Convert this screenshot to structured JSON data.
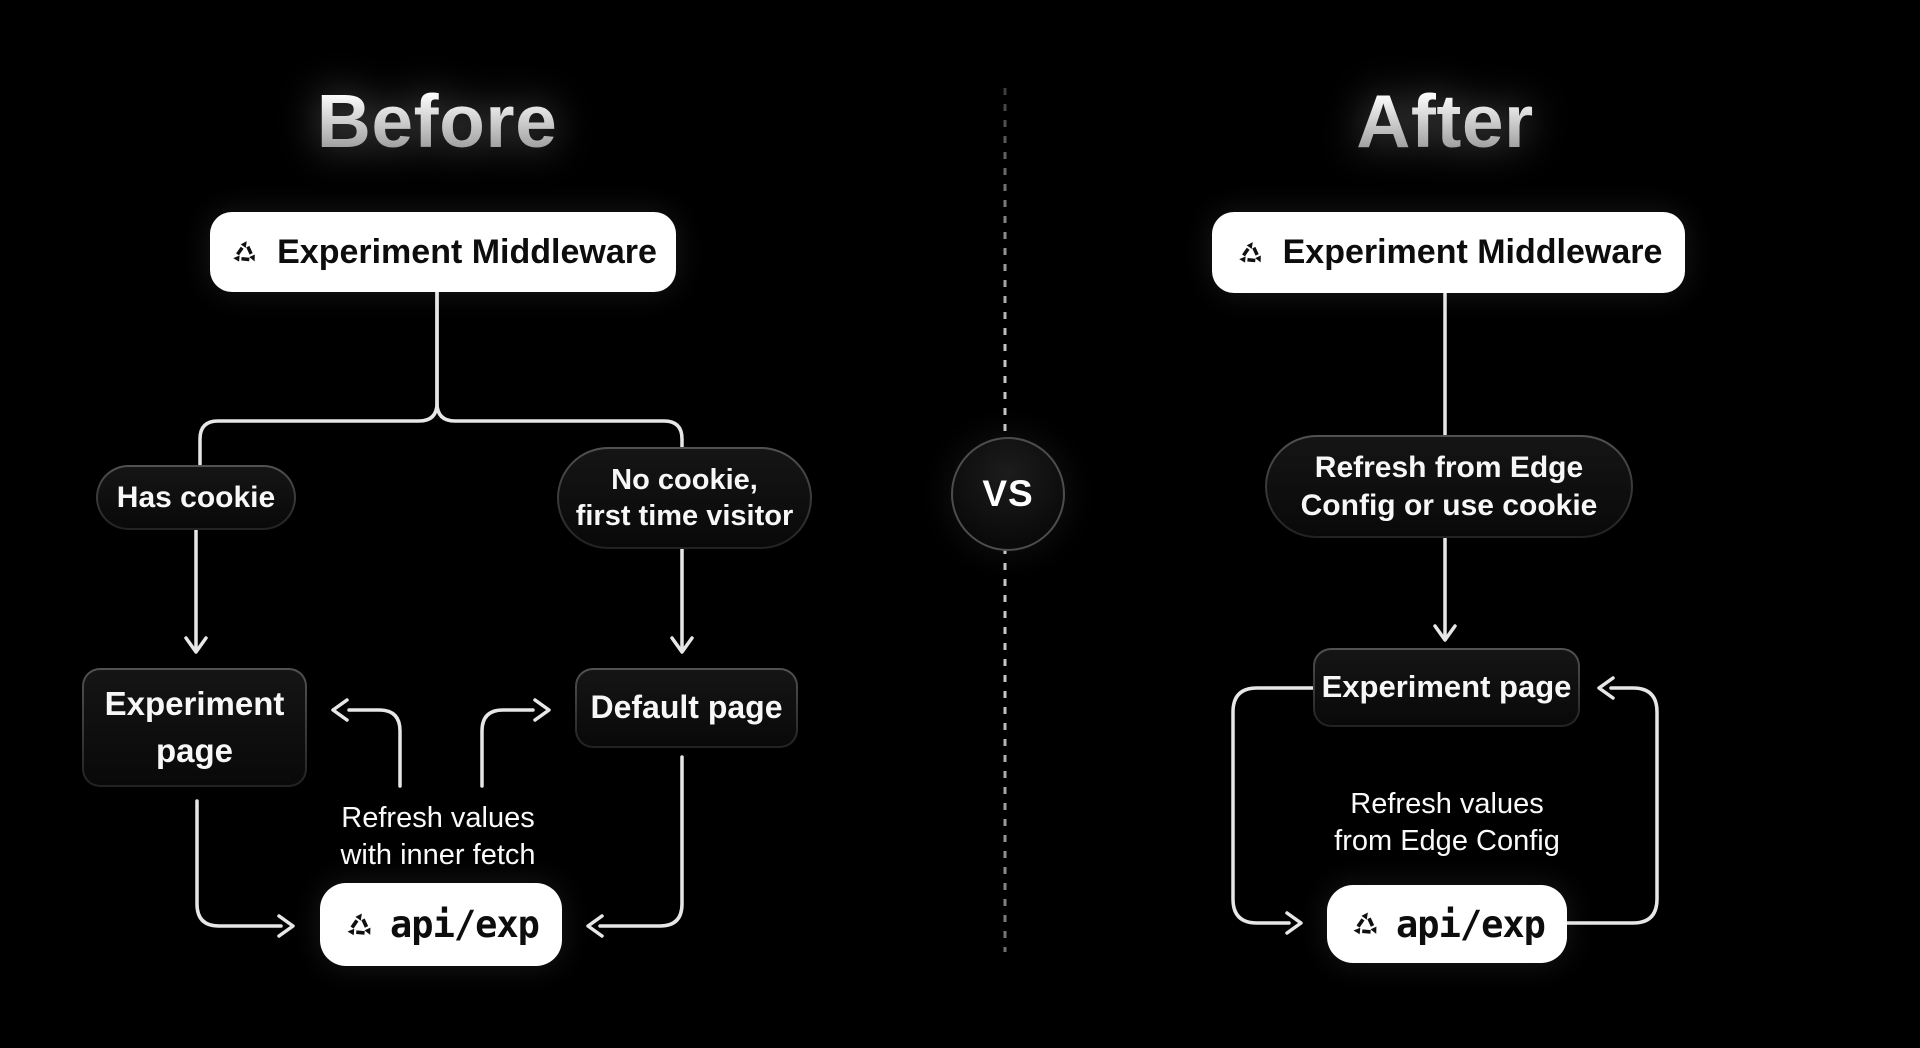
{
  "before": {
    "title": "Before",
    "middleware_label": "Experiment Middleware",
    "has_cookie_label": "Has cookie",
    "no_cookie_line1": "No cookie,",
    "no_cookie_line2": "first time visitor",
    "experiment_page_line1": "Experiment",
    "experiment_page_line2": "page",
    "default_page_label": "Default page",
    "refresh_note_line1": "Refresh values",
    "refresh_note_line2": "with inner fetch",
    "api_label": "api/exp"
  },
  "divider": {
    "vs_label": "VS"
  },
  "after": {
    "title": "After",
    "middleware_label": "Experiment Middleware",
    "refresh_pill_line1": "Refresh from Edge",
    "refresh_pill_line2": "Config or use cookie",
    "experiment_page_label": "Experiment page",
    "refresh_note_line1": "Refresh values",
    "refresh_note_line2": "from Edge Config",
    "api_label": "api/exp"
  },
  "colors": {
    "background": "#000000",
    "node_light": "#ffffff",
    "node_dark": "#0e0e0e",
    "node_dark_border": "#4f4f4f",
    "connector": "#e7e7e7",
    "divider_dots": "#b9b9b9",
    "text_on_light": "#0d0d0d",
    "text_on_dark": "#f7f7f7"
  }
}
